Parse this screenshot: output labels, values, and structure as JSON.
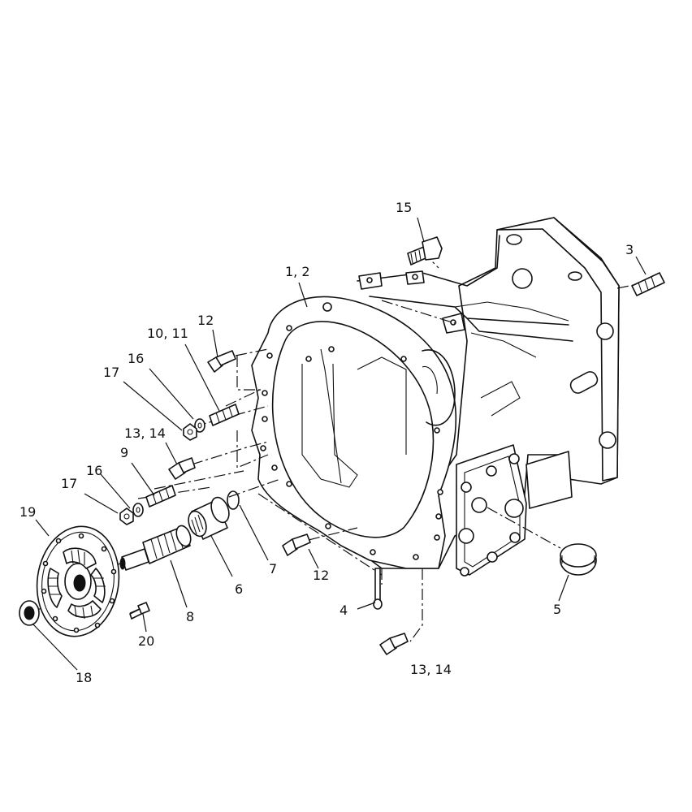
{
  "callouts": {
    "c1_2": "1, 2",
    "c3": "3",
    "c4": "4",
    "c5": "5",
    "c6": "6",
    "c7": "7",
    "c8": "8",
    "c9": "9",
    "c10_11": "10, 11",
    "c12_top": "12",
    "c12_bottom": "12",
    "c13_14_left": "13, 14",
    "c13_14_bottom": "13, 14",
    "c15": "15",
    "c16_top": "16",
    "c16_bottom": "16",
    "c17_top": "17",
    "c17_bottom": "17",
    "c18": "18",
    "c19": "19",
    "c20": "20"
  }
}
